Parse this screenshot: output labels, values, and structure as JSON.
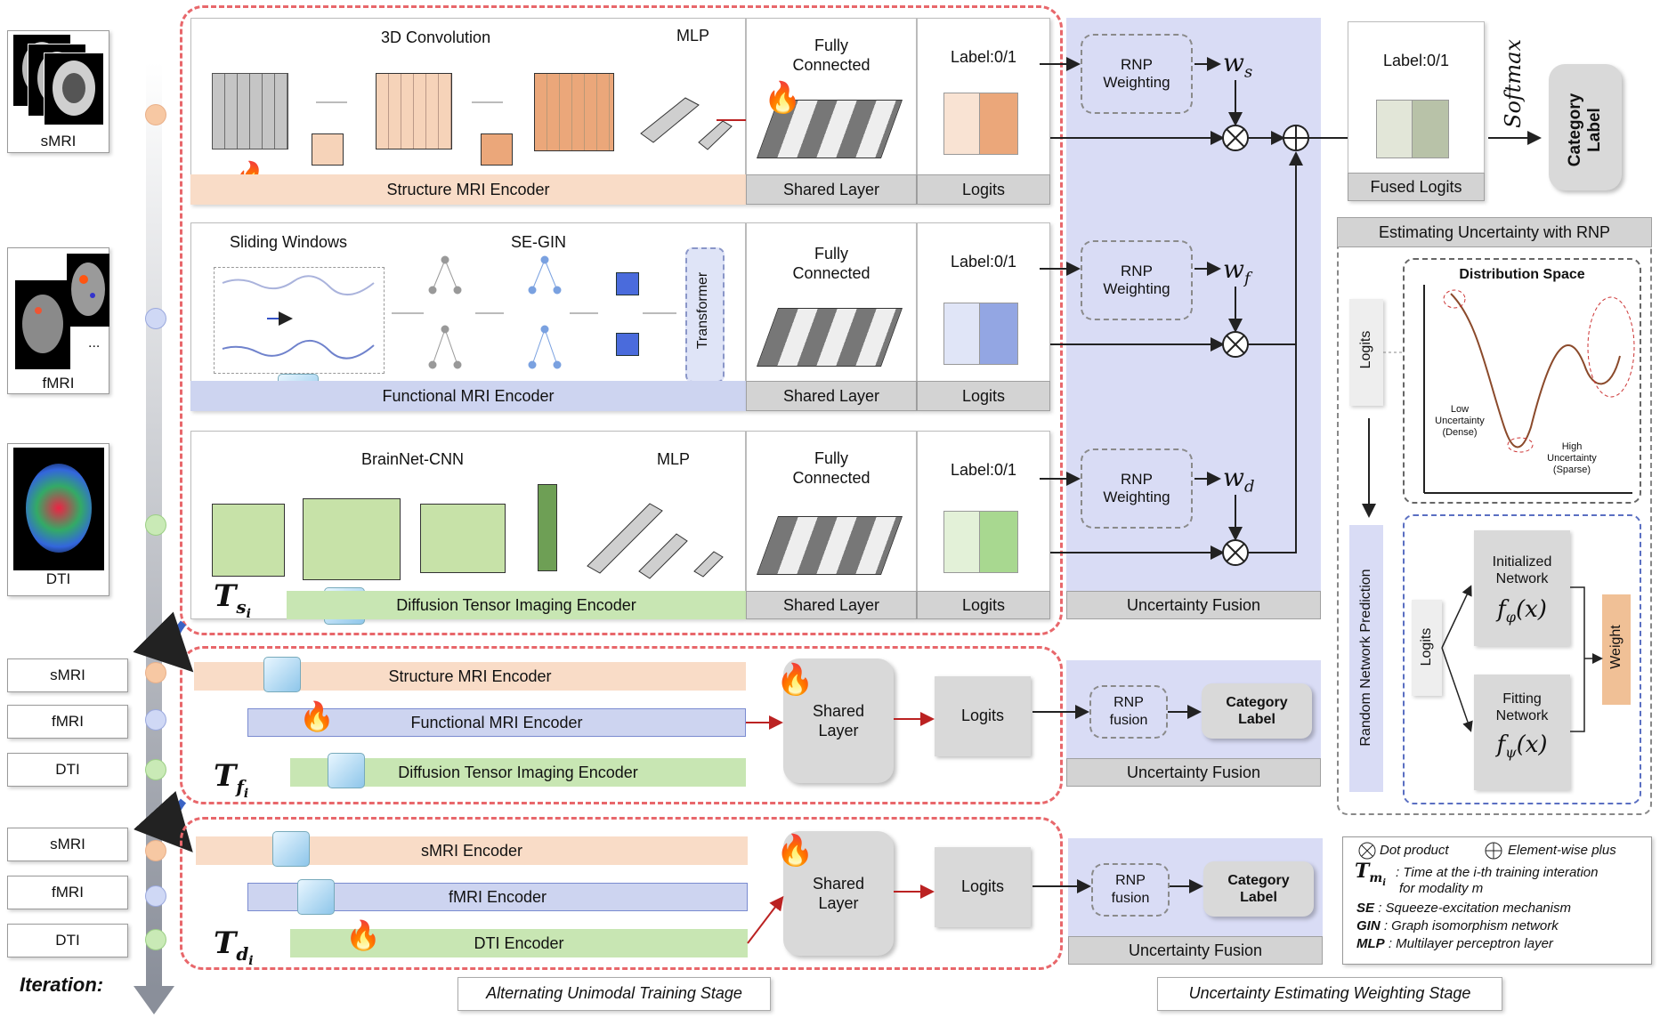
{
  "modalities": {
    "smri": "sMRI",
    "fmri": "fMRI",
    "dti": "DTI"
  },
  "iteration_label": "Iteration:",
  "stage1": {
    "smri": {
      "conv_label": "3D Convolution",
      "mlp_label": "MLP",
      "encoder": "Structure MRI Encoder"
    },
    "fmri": {
      "sliding_label": "Sliding Windows",
      "segin_label": "SE-GIN",
      "transformer": "Transformer",
      "encoder": "Functional MRI Encoder",
      "ellipsis": "..."
    },
    "dti": {
      "brainnet_label": "BrainNet-CNN",
      "mlp_label": "MLP",
      "encoder": "Diffusion Tensor Imaging Encoder"
    },
    "fully_connected": "Fully\nConnected",
    "shared_layer": "Shared Layer",
    "label01": "Label:0/1",
    "logits": "Logits",
    "t_symbol": "T",
    "t_sub": "s",
    "t_sub_i": "i"
  },
  "fusion": {
    "rnp_weighting": "RNP\nWeighting",
    "w": "w",
    "w_subs": [
      "s",
      "f",
      "d"
    ],
    "title": "Uncertainty Fusion"
  },
  "fused": {
    "label01": "Label:0/1",
    "fused_logits": "Fused Logits",
    "softmax": "Softmax",
    "category_label": "Category\nLabel"
  },
  "rnp_panel": {
    "title": "Estimating Uncertainty with RNP",
    "logits": "Logits",
    "distribution_space": "Distribution Space",
    "low_uncertainty": "Low\nUncertainty\n(Dense)",
    "high_uncertainty": "High\nUncertainty\n(Sparse)",
    "rnp_vertical": "Random Network Prediction",
    "initialized": "Initialized\nNetwork",
    "fitting": "Fitting\nNetwork",
    "f_phi": "f",
    "f_phi_sub": "φ",
    "f_psi_sub": "ψ",
    "of_x": "(x)",
    "weight": "Weight"
  },
  "stage2": {
    "encoders": [
      "Structure MRI Encoder",
      "Functional MRI Encoder",
      "Diffusion Tensor Imaging Encoder"
    ],
    "shared_layer": "Shared\nLayer",
    "logits": "Logits",
    "rnp_fusion": "RNP\nfusion",
    "category_label": "Category\nLabel",
    "uncertainty_fusion": "Uncertainty Fusion",
    "t_symbol": "T",
    "t_sub": "f",
    "t_sub_i": "i",
    "modalities": [
      "sMRI",
      "fMRI",
      "DTI"
    ]
  },
  "stage3": {
    "encoders": [
      "sMRI Encoder",
      "fMRI Encoder",
      "DTI Encoder"
    ],
    "shared_layer": "Shared\nLayer",
    "logits": "Logits",
    "rnp_fusion": "RNP\nfusion",
    "category_label": "Category\nLabel",
    "uncertainty_fusion": "Uncertainty Fusion",
    "t_symbol": "T",
    "t_sub": "d",
    "t_sub_i": "i",
    "modalities": [
      "sMRI",
      "fMRI",
      "DTI"
    ]
  },
  "legend": {
    "dot_product": "Dot product",
    "element_plus": "Element-wise plus",
    "t_m_desc": ": Time at the i-th training interation",
    "t_m_desc2": "for modality m",
    "t_sym": "T",
    "t_sub": "m",
    "t_sub_i": "i",
    "se_key": "SE",
    "se_val": ": Squeeze-excitation mechanism",
    "gin_key": "GIN",
    "gin_val": ": Graph isomorphism network",
    "mlp_key": "MLP",
    "mlp_val": ": Multilayer perceptron layer"
  },
  "stage_titles": {
    "alternating": "Alternating Unimodal Training Stage",
    "uncertainty": "Uncertainty Estimating Weighting Stage"
  },
  "colors": {
    "smri": "#f6d3b9",
    "smri_bar": "#f9dcc7",
    "fmri_bar": "#cdd4f0",
    "dti_bar": "#c8e6b3",
    "fusion_bg": "#d9dcf5",
    "stage_border": "#e8676b",
    "dot_orange": "#f7c8a3",
    "dot_blue": "#cfd8f5",
    "dot_green": "#c9eab6"
  }
}
